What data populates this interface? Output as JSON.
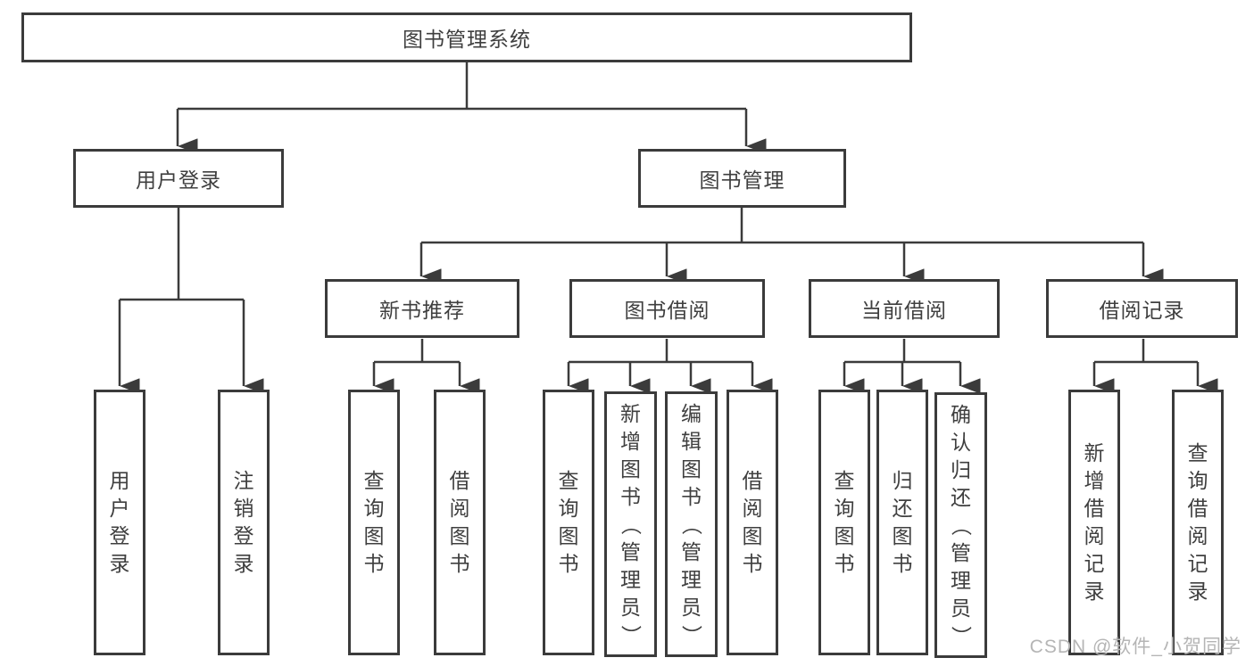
{
  "diagram": {
    "root": {
      "label": "图书管理系统"
    },
    "level2": {
      "user_login": {
        "label": "用户登录"
      },
      "book_mgmt": {
        "label": "图书管理"
      }
    },
    "level3": {
      "new_books": {
        "label": "新书推荐"
      },
      "book_borrow": {
        "label": "图书借阅"
      },
      "current_borrow": {
        "label": "当前借阅"
      },
      "borrow_records": {
        "label": "借阅记录"
      }
    },
    "leaves": {
      "user_login": {
        "label": "用户登录"
      },
      "logout": {
        "label": "注销登录"
      },
      "nb_query_books": {
        "label": "查询图书"
      },
      "nb_borrow_books": {
        "label": "借阅图书"
      },
      "bb_query_books": {
        "label": "查询图书"
      },
      "bb_add_books": {
        "label": "新增图书（管理员）"
      },
      "bb_edit_books": {
        "label": "编辑图书（管理员）"
      },
      "bb_borrow_books": {
        "label": "借阅图书"
      },
      "cb_query_books": {
        "label": "查询图书"
      },
      "cb_return_books": {
        "label": "归还图书"
      },
      "cb_confirm_return": {
        "label": "确认归还（管理员）"
      },
      "br_add_record": {
        "label": "新增借阅记录"
      },
      "br_query_record": {
        "label": "查询借阅记录"
      }
    }
  },
  "watermark": {
    "text": "CSDN @软件_小贺同学"
  },
  "colors": {
    "line": "#3b3b3b",
    "text": "#3f3f3f",
    "watermark": "#b5b5b5",
    "background": "#ffffff"
  }
}
